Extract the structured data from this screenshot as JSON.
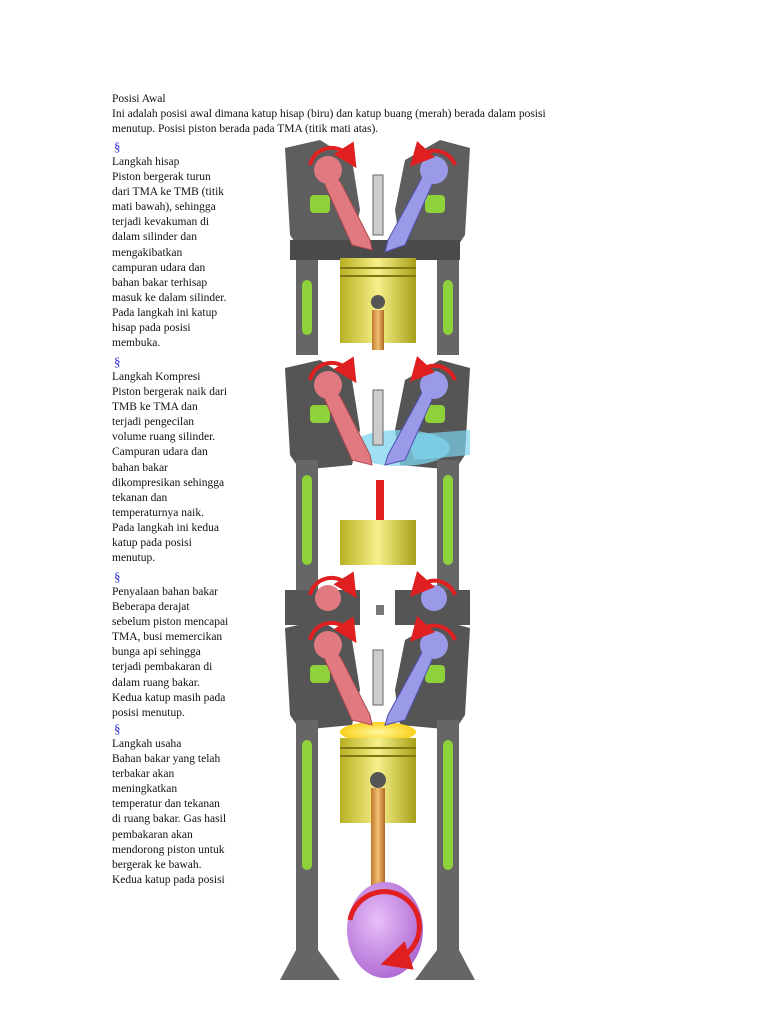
{
  "intro": {
    "title": "Posisi Awal",
    "lines": [
      "Ini adalah posisi awal dimana katup hisap (biru) dan katup buang (merah) berada dalam posisi",
      "menutup. Posisi piston berada pada TMA (titik mati atas)."
    ]
  },
  "bullet_symbol": "§",
  "sections": [
    {
      "title": "Langkah hisap",
      "lines": [
        "Piston bergerak turun",
        "dari TMA ke TMB (titik",
        "mati bawah), sehingga",
        "terjadi kevakuman di",
        "dalam silinder dan",
        "mengakibatkan",
        "campuran udara dan",
        "bahan bakar terhisap",
        "masuk ke dalam silinder.",
        "Pada langkah ini katup",
        "hisap pada posisi",
        "membuka."
      ]
    },
    {
      "title": "Langkah Kompresi",
      "lines": [
        "Piston bergerak naik dari",
        "TMB ke TMA dan",
        "terjadi pengecilan",
        "volume ruang silinder.",
        "Campuran udara dan",
        "bahan bakar",
        "dikompresikan sehingga",
        "tekanan dan",
        "temperaturnya naik.",
        "Pada langkah ini kedua",
        "katup pada posisi",
        "menutup."
      ]
    },
    {
      "title": "Penyalaan bahan bakar",
      "lines": [
        "Beberapa derajat",
        "sebelum piston mencapai",
        "TMA, busi memercikan",
        "bunga api sehingga",
        "terjadi pembakaran di",
        "dalam ruang bakar.",
        "Kedua katup masih pada",
        "posisi menutup."
      ]
    },
    {
      "title": "Langkah usaha",
      "lines": [
        "Bahan bakar yang telah",
        "terbakar akan",
        "meningkatkan",
        "temperatur dan tekanan",
        "di ruang bakar. Gas hasil",
        "pembakaran akan",
        "mendorong piston untuk",
        "bergerak ke bawah.",
        "Kedua katup pada posisi"
      ]
    }
  ],
  "colors": {
    "exhaust_valve": "#e07a80",
    "intake_valve": "#9a9ae8",
    "arrow": "#e02020",
    "coolant": "#8fd13a",
    "piston": "#e8e070",
    "block": "#5a5a5a",
    "mixture": "#7fd4f0",
    "combustion": "#f8d800",
    "crank": "#c88ae8"
  }
}
